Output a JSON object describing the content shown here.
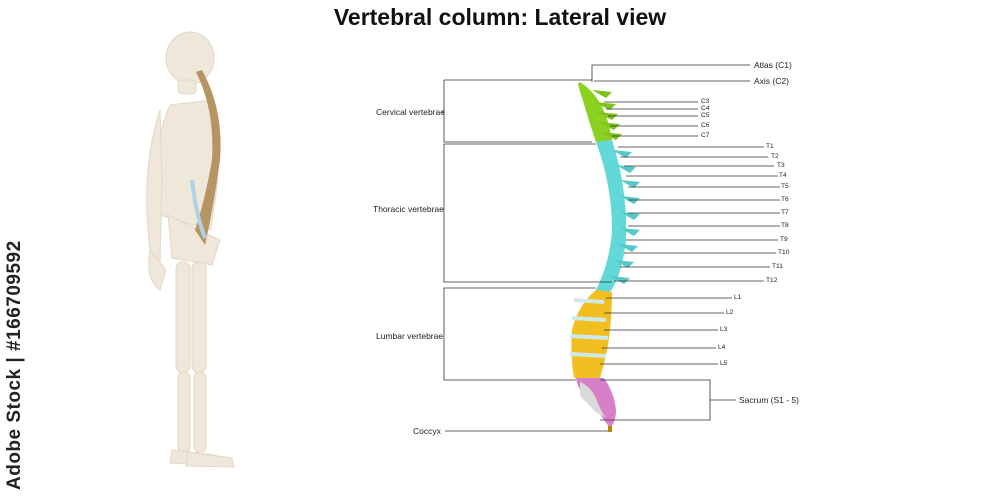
{
  "title": "Vertebral column: Lateral view",
  "watermark": "Adobe Stock | #166709592",
  "labels": {
    "atlas": "Atlas (C1)",
    "axis": "Axis (C2)",
    "cervical": "Cervical vertebrae",
    "thoracic": "Thoracic vertebrae",
    "lumbar": "Lumbar vertebrae",
    "sacrum": "Sacrum (S1 - 5)",
    "coccyx": "Coccyx",
    "c3": "C3",
    "c4": "C4",
    "c5": "C5",
    "c6": "C6",
    "c7": "C7",
    "t1": "T1",
    "t2": "T2",
    "t3": "T3",
    "t4": "T4",
    "t5": "T5",
    "t6": "T6",
    "t7": "T7",
    "t8": "T8",
    "t9": "T9",
    "t10": "T10",
    "t11": "T11",
    "t12": "T12",
    "l1": "L1",
    "l2": "L2",
    "l3": "L3",
    "l4": "L4",
    "l5": "L5"
  },
  "colors": {
    "cervical": "#8bd11f",
    "thoracic": "#63d8d8",
    "lumbar": "#f2bf20",
    "sacrum": "#d77fc9",
    "disc": "#d9d9d9",
    "skeleton": "#efe7d9",
    "spine_small": "#b79464"
  }
}
